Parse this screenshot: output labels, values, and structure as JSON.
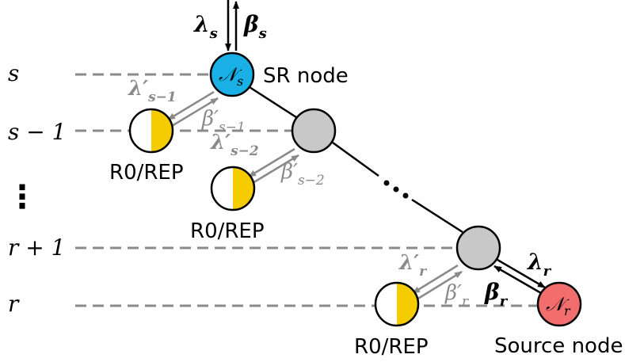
{
  "levels": {
    "s": "s",
    "s_minus_1": "s − 1",
    "vdots": "⋮",
    "r_plus_1": "r + 1",
    "r": "r"
  },
  "nodes": {
    "sr_symbol": "𝒩",
    "sr_sub": "s",
    "sr_label": "SR node",
    "source_symbol": "𝒩",
    "source_sub": "r",
    "source_label": "Source node",
    "r0rep_label": "R0/REP"
  },
  "messages": {
    "lambda_s": {
      "base": "λ",
      "sub": "s"
    },
    "beta_s": {
      "base": "β",
      "sub": "s"
    },
    "lambda_p_s_1": {
      "base": "λ′",
      "sub": "s−1"
    },
    "beta_p_s_1": {
      "base": "β′",
      "sub": "s−1"
    },
    "lambda_p_s_2": {
      "base": "λ′",
      "sub": "s−2"
    },
    "beta_p_s_2": {
      "base": "β′",
      "sub": "s−2"
    },
    "lambda_p_r": {
      "base": "λ′",
      "sub": "r"
    },
    "beta_p_r": {
      "base": "β′",
      "sub": "r"
    },
    "lambda_r": {
      "base": "λ",
      "sub": "r"
    },
    "beta_r": {
      "base": "β",
      "sub": "r"
    }
  },
  "colors": {
    "sr_node": "#1ab0e6",
    "source_node": "#f26d6d",
    "rep_half": "#f5cc00",
    "relay_node": "#c8c8c8",
    "dashed": "#8a8a8a"
  }
}
